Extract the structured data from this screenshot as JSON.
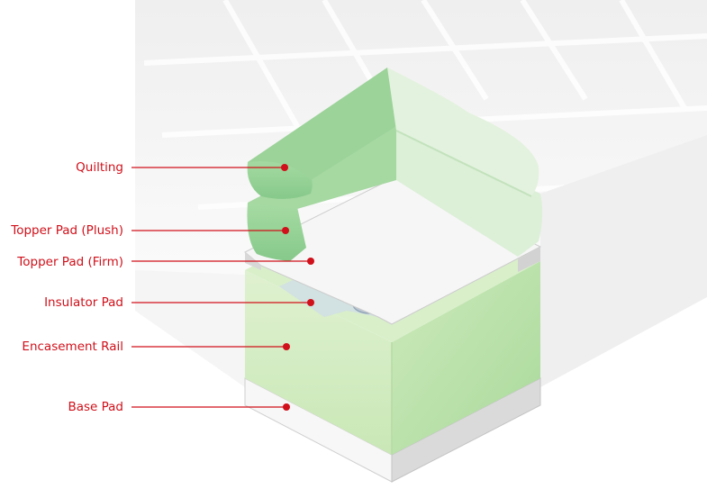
{
  "colors": {
    "label_text": "#d0101a",
    "leader_line": "#d0101a",
    "foam_light": "#e2f3d6",
    "foam_mid": "#c4e7b0",
    "foam_dark": "#9fd394",
    "quilt_light": "#dff0d8",
    "quilt_dark": "#8fcc92",
    "white_layer": "#f7f7f7",
    "gray_edge": "#c9c9c9",
    "coil": "#b9c8d8",
    "mattress_body": "#f2f2f2"
  },
  "labels": {
    "quilting": "Quilting",
    "topper_plush": "Topper Pad (Plush)",
    "topper_firm": "Topper Pad (Firm)",
    "insulator": "Insulator Pad",
    "encasement": "Encasement Rail",
    "base": "Base Pad"
  }
}
